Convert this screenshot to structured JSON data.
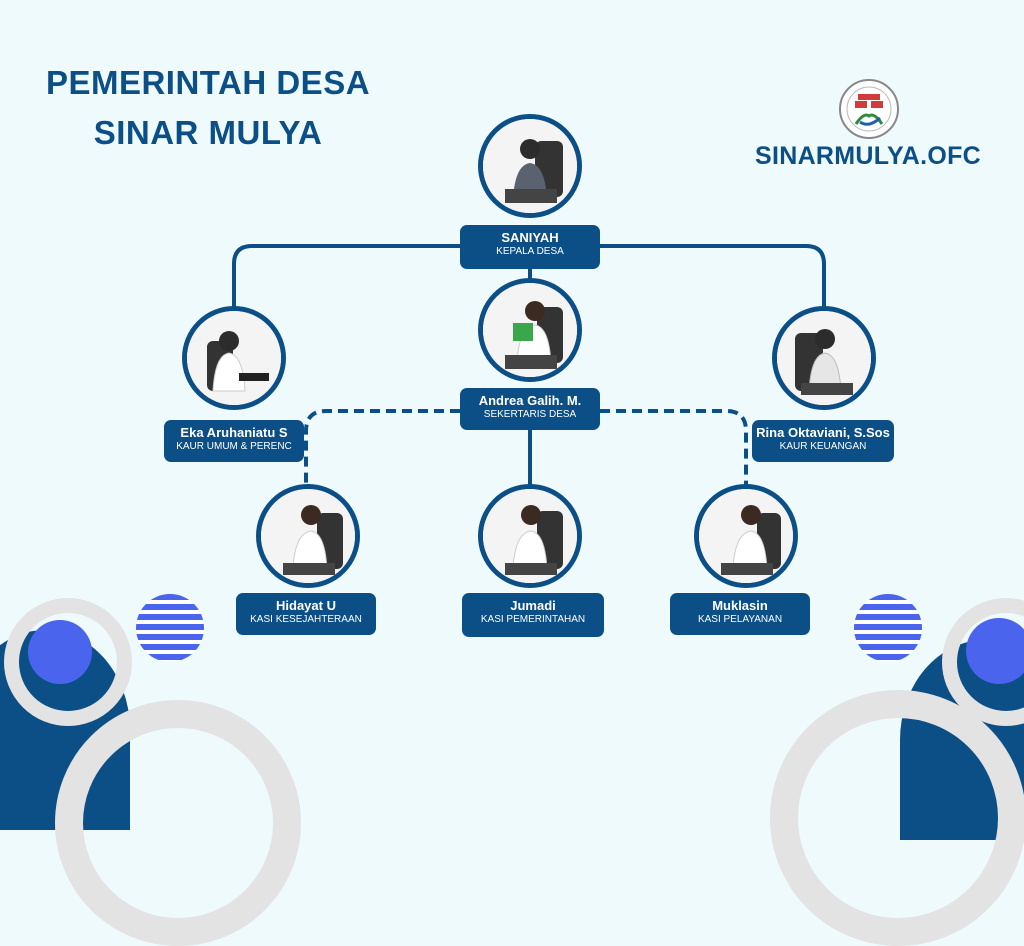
{
  "header": {
    "title_line1": "PEMERINTAH DESA",
    "title_line2": "SINAR MULYA",
    "brand": "SINARMULYA.OFC",
    "logo": "village-government-emblem-icon"
  },
  "colors": {
    "primary": "#0b4f86",
    "background": "#eefafc",
    "accent": "#4a64ee",
    "ring": "#e3e3e3"
  },
  "org": {
    "head": {
      "name": "SANIYAH",
      "role": "KEPALA DESA"
    },
    "secretary": {
      "name": "Andrea Galih. M.",
      "role": "SEKERTARIS DESA"
    },
    "kaur_umum": {
      "name": "Eka Aruhaniatu S",
      "role": "KAUR UMUM & PERENC"
    },
    "kaur_keuangan": {
      "name": "Rina Oktaviani, S.Sos",
      "role": "KAUR KEUANGAN"
    },
    "kasi_kesejahteraan": {
      "name": "Hidayat U",
      "role": "KASI KESEJAHTERAAN"
    },
    "kasi_pemerintahan": {
      "name": "Jumadi",
      "role": "KASI PEMERINTAHAN"
    },
    "kasi_pelayanan": {
      "name": "Muklasin",
      "role": "KASI PELAYANAN"
    }
  }
}
